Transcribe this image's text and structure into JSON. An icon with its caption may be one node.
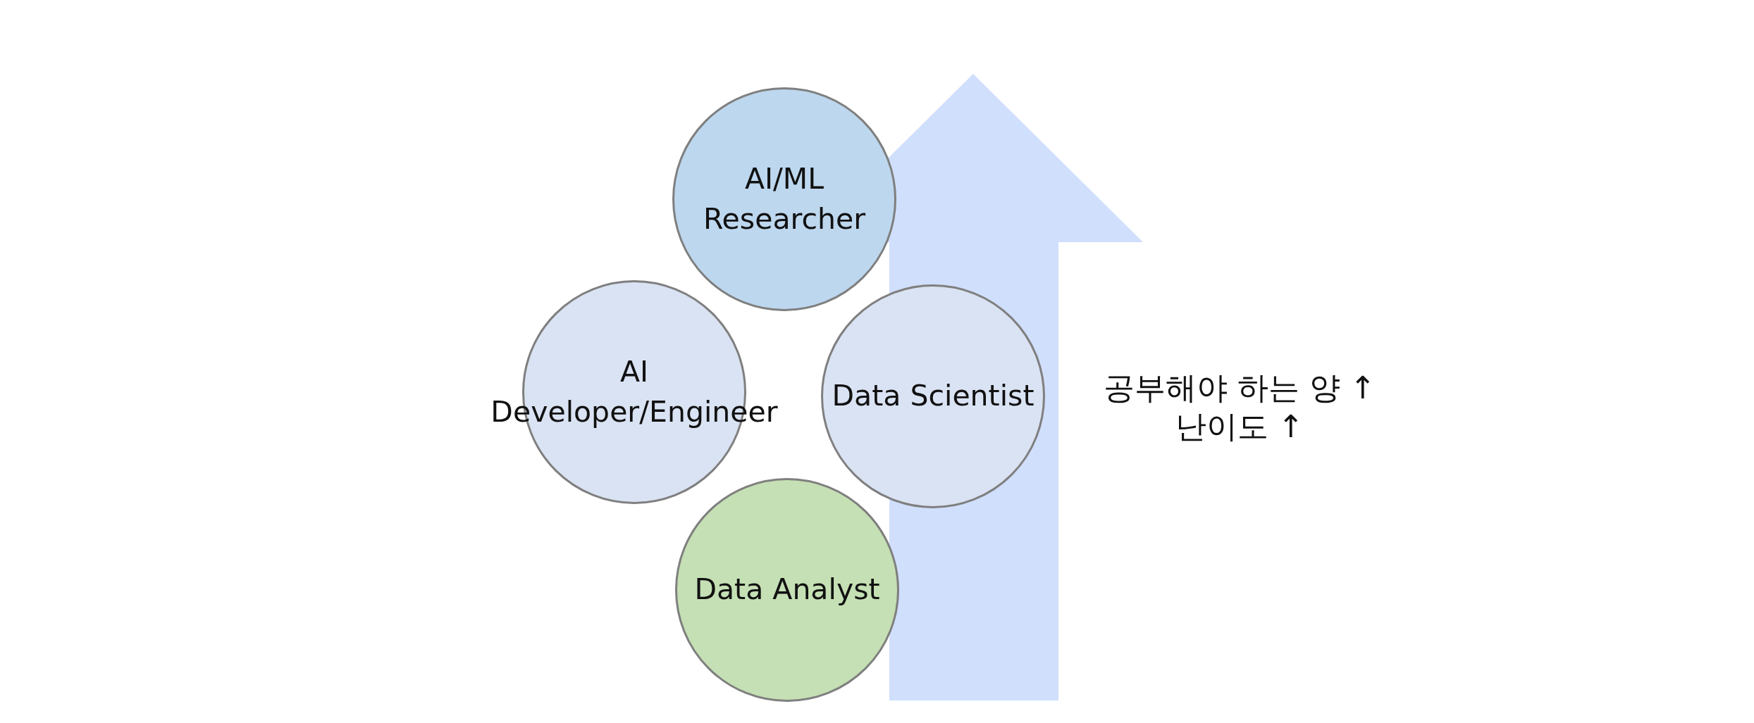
{
  "diagram": {
    "nodes": [
      {
        "text": [
          "AI/ML Researcher"
        ]
      },
      {
        "text": [
          "AI Developer/Engineer"
        ]
      },
      {
        "text": [
          "Data Scientist"
        ]
      },
      {
        "text": [
          "Data Analyst"
        ]
      }
    ],
    "labels": [
      "공부해야 하는 양 ↑",
      "난이도 ↑"
    ]
  }
}
